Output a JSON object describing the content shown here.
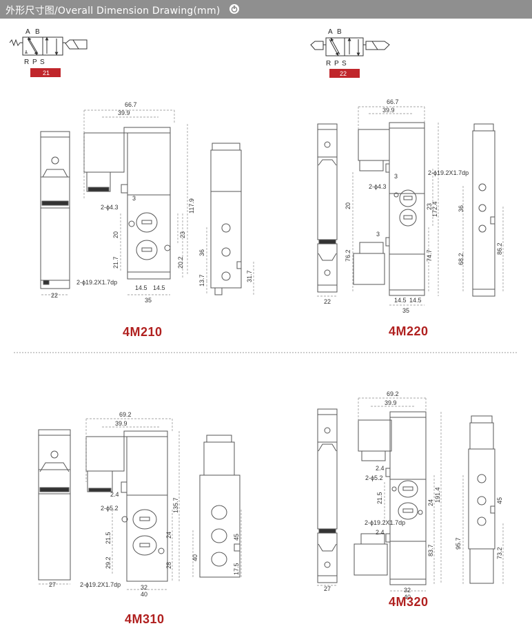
{
  "header": {
    "title": "外形尺寸图/Overall Dimension Drawing(mm)",
    "icon": "power-icon"
  },
  "colors": {
    "header_bg": "#8f8f8f",
    "model_red": "#b0201f",
    "code_red": "#c0262b"
  },
  "symbols": [
    {
      "code": "21",
      "ports": [
        "A",
        "B",
        "R",
        "P",
        "S"
      ]
    },
    {
      "code": "22",
      "ports": [
        "A",
        "B",
        "R",
        "P",
        "S"
      ]
    }
  ],
  "models": [
    {
      "name": "4M210",
      "dims": {
        "w_total": "66.7",
        "w_coil": "39.9",
        "d3": "3",
        "hole": "2-ϕ4.3",
        "d20": "20",
        "d21_7": "21.7",
        "d23": "23",
        "d20_2": "20.2",
        "d117_9": "117.9",
        "thread": "2-ϕ19.2X1.7dp",
        "d14_5a": "14.5",
        "d14_5b": "14.5",
        "d35": "35",
        "side_w": "22",
        "d36": "36",
        "d13_7": "13.7",
        "d31_7": "31.7"
      }
    },
    {
      "name": "4M220",
      "dims": {
        "w_total": "66.7",
        "w_coil": "39.9",
        "d3a": "3",
        "hole": "2-ϕ4.3",
        "thread": "2-ϕ19.2X1.7dp",
        "d20": "20",
        "d23": "23",
        "d172_4": "172.4",
        "d3b": "3",
        "d76_2": "76.2",
        "d74_7": "74.7",
        "d14_5a": "14.5",
        "d14_5b": "14.5",
        "d35": "35",
        "side_w": "22",
        "d36": "36",
        "d68_2": "68.2",
        "d86_2": "86.2"
      }
    },
    {
      "name": "4M310",
      "dims": {
        "w_total": "69.2",
        "w_coil": "39.9",
        "d2_4": "2.4",
        "hole": "2-ϕ5.2",
        "d21_5": "21.5",
        "d24": "24",
        "d135_7": "135.7",
        "d29_2": "29.2",
        "d28": "28",
        "thread": "2-ϕ19.2X1.7dp",
        "d32": "32",
        "d40": "40",
        "side_w": "27",
        "d45": "45",
        "d40b": "40",
        "d17_5": "17.5"
      }
    },
    {
      "name": "4M320",
      "dims": {
        "w_total": "69.2",
        "w_coil": "39.9",
        "d2_4a": "2.4",
        "hole": "2-ϕ5.2",
        "d21_5": "21.5",
        "d24": "24",
        "d191_4": "191.4",
        "thread": "2-ϕ19.2X1.7dp",
        "d2_4b": "2.4",
        "d83_7": "83.7",
        "d32": "32",
        "d40": "40",
        "side_w": "27",
        "d45": "45",
        "d95_7": "95.7",
        "d73_2": "73.2"
      }
    }
  ]
}
